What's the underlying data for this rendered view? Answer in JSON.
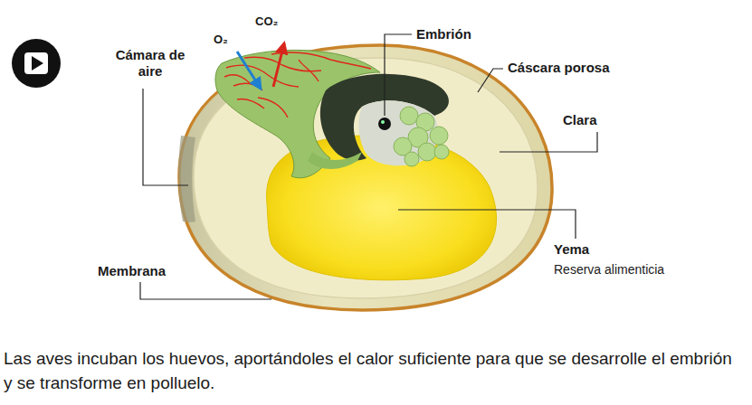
{
  "diagram": {
    "caption": "Las aves incuban los huevos, aportándoles el calor suficiente para que se desarrolle el embrión y se transforme en polluelo.",
    "labels": [
      "Cámara de aire",
      "O₂",
      "CO₂",
      "Embrión",
      "Cáscara porosa",
      "Clara",
      "Yema",
      "Reserva alimenticia",
      "Membrana"
    ]
  }
}
